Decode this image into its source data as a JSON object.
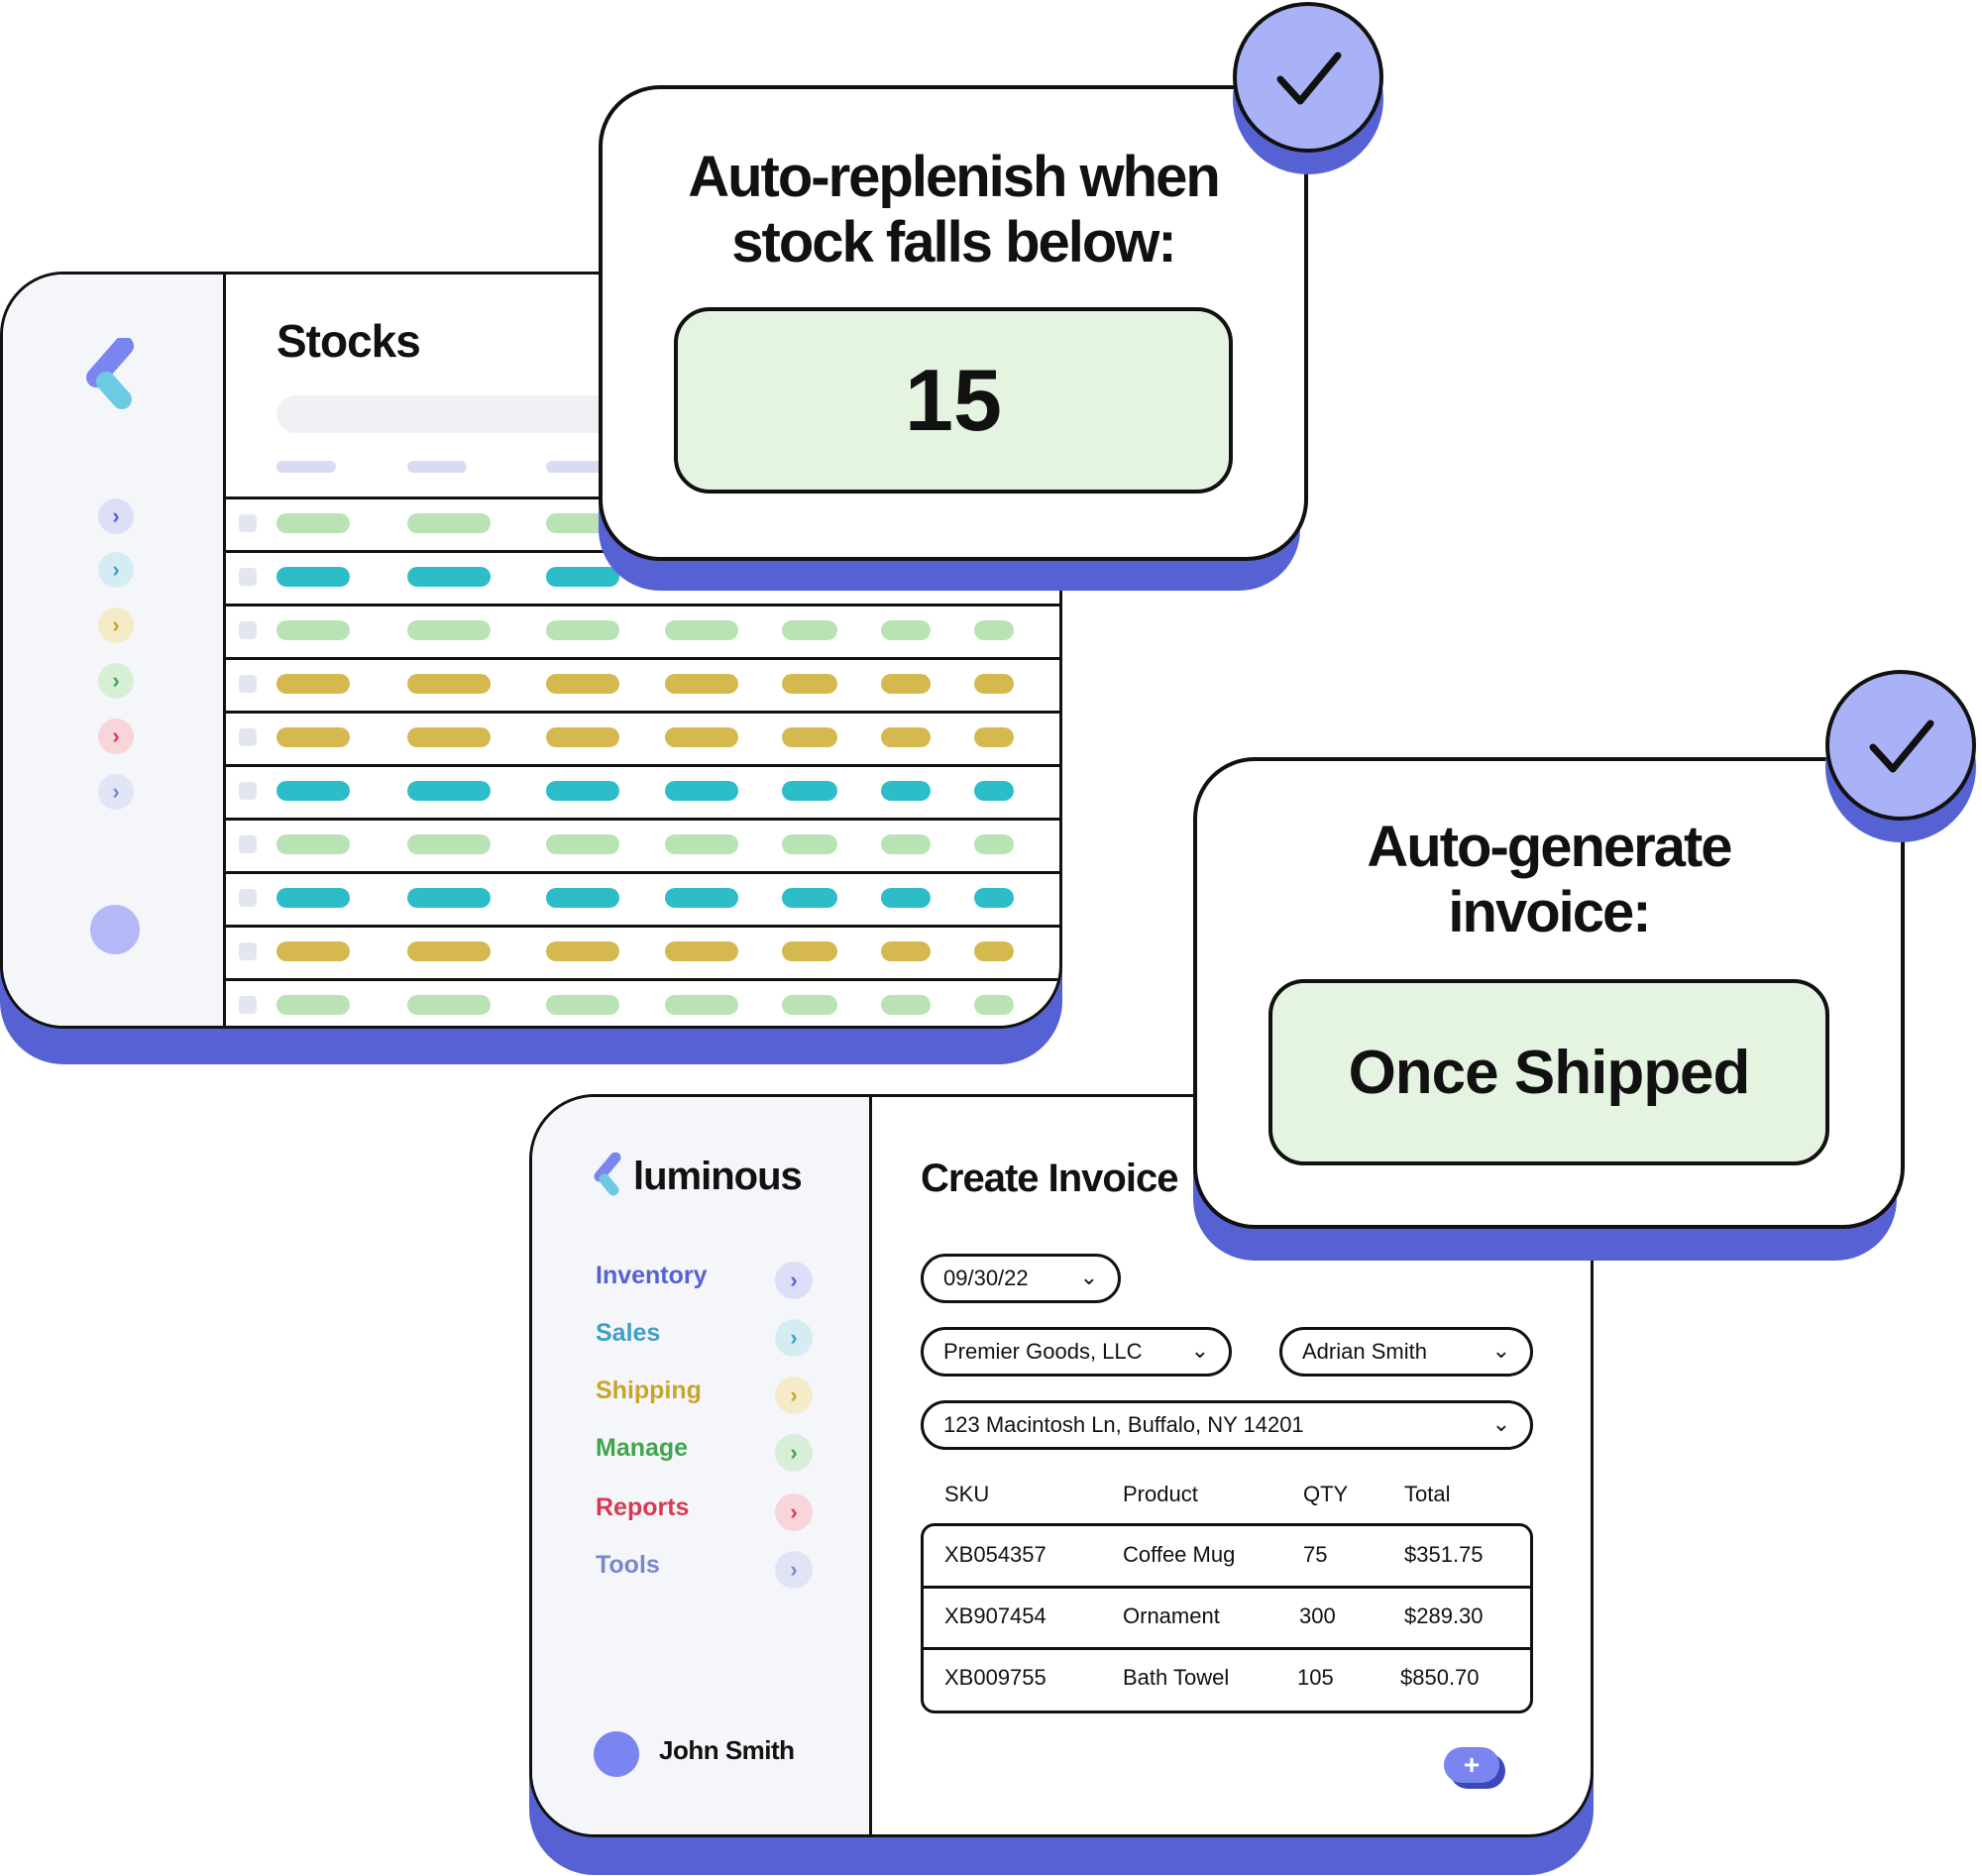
{
  "stocks_window": {
    "title": "Stocks",
    "colors": {
      "green": "#b9e3b4",
      "teal": "#2dbdc9",
      "gold": "#d5b94f"
    },
    "rows": [
      "green",
      "teal",
      "green",
      "gold",
      "gold",
      "teal",
      "green",
      "teal",
      "gold",
      "green"
    ]
  },
  "replenish_card": {
    "title_line1": "Auto-replenish when",
    "title_line2": "stock falls below:",
    "value": "15"
  },
  "invoice_card": {
    "title_line1": "Auto-generate",
    "title_line2": "invoice:",
    "value": "Once Shipped"
  },
  "invoice_window": {
    "brand": "luminous",
    "title": "Create Invoice",
    "nav": [
      {
        "label": "Inventory",
        "color": "#5662d4",
        "bg": "#dcdff7"
      },
      {
        "label": "Sales",
        "color": "#3f9fc4",
        "bg": "#d6ecf3"
      },
      {
        "label": "Shipping",
        "color": "#c8a52a",
        "bg": "#f5ebc9"
      },
      {
        "label": "Manage",
        "color": "#3fa649",
        "bg": "#d7efd6"
      },
      {
        "label": "Reports",
        "color": "#d93a4f",
        "bg": "#f7d5da"
      },
      {
        "label": "Tools",
        "color": "#7b87c9",
        "bg": "#e1e4f5"
      }
    ],
    "user": "John Smith",
    "date": "09/30/22",
    "company": "Premier Goods, LLC",
    "contact": "Adrian Smith",
    "address": "123 Macintosh Ln, Buffalo, NY 14201",
    "columns": [
      "SKU",
      "Product",
      "QTY",
      "Total"
    ],
    "items": [
      {
        "sku": "XB054357",
        "product": "Coffee Mug",
        "qty": "75",
        "total": "$351.75"
      },
      {
        "sku": "XB907454",
        "product": "Ornament",
        "qty": "300",
        "total": "$289.30"
      },
      {
        "sku": "XB009755",
        "product": "Bath Towel",
        "qty": "105",
        "total": "$850.70"
      }
    ],
    "add_label": "+"
  },
  "icons": {
    "check": "check-icon",
    "chevron_down": "chevron-down-icon",
    "chevron_right": "chevron-right-icon",
    "logo": "luminous-logo-icon"
  }
}
